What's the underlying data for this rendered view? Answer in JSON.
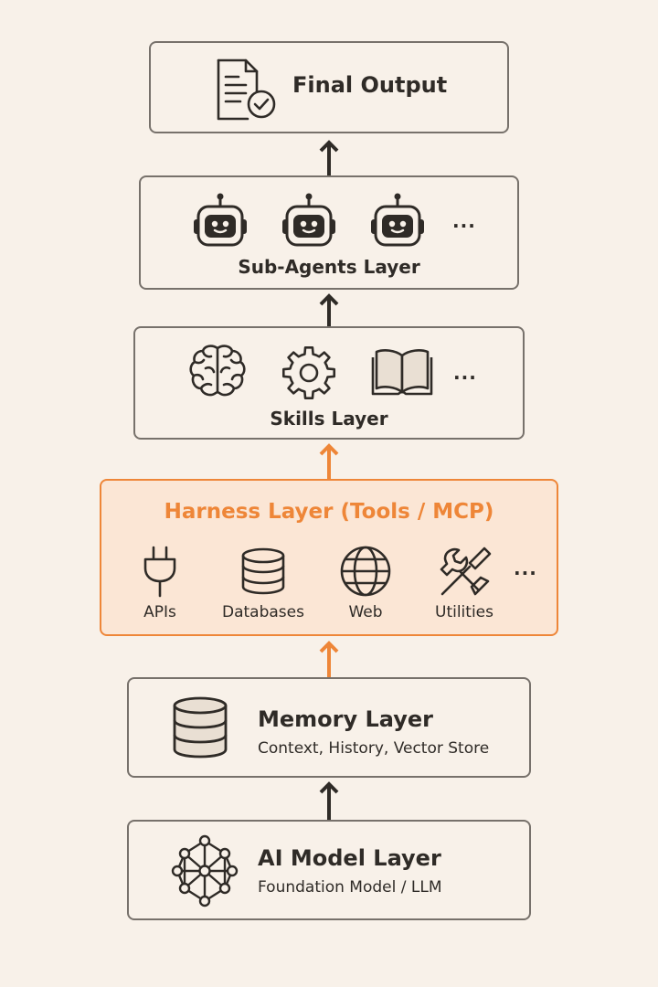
{
  "diagram": {
    "final_output": {
      "title": "Final Output",
      "icon": "document-check-icon"
    },
    "sub_agents": {
      "title": "Sub-Agents Layer",
      "icons": [
        "robot-icon",
        "robot-icon",
        "robot-icon"
      ],
      "more": "..."
    },
    "skills": {
      "title": "Skills Layer",
      "icons": [
        "brain-icon",
        "gear-icon",
        "book-icon"
      ],
      "more": "..."
    },
    "harness": {
      "title": "Harness Layer (Tools / MCP)",
      "items": [
        {
          "label": "APIs",
          "icon": "plug-icon"
        },
        {
          "label": "Databases",
          "icon": "database-icon"
        },
        {
          "label": "Web",
          "icon": "globe-icon"
        },
        {
          "label": "Utilities",
          "icon": "tools-icon"
        }
      ],
      "more": "...",
      "accent": "#ee8638"
    },
    "memory": {
      "title": "Memory Layer",
      "subtitle": "Context, History, Vector Store",
      "icon": "database-stack-icon"
    },
    "ai_model": {
      "title": "AI Model Layer",
      "subtitle": "Foundation Model / LLM",
      "icon": "neural-network-icon"
    },
    "colors": {
      "line": "#77716b",
      "arrow": "#2f2b27",
      "accent": "#ee8638",
      "background": "#f8f1e9"
    }
  }
}
